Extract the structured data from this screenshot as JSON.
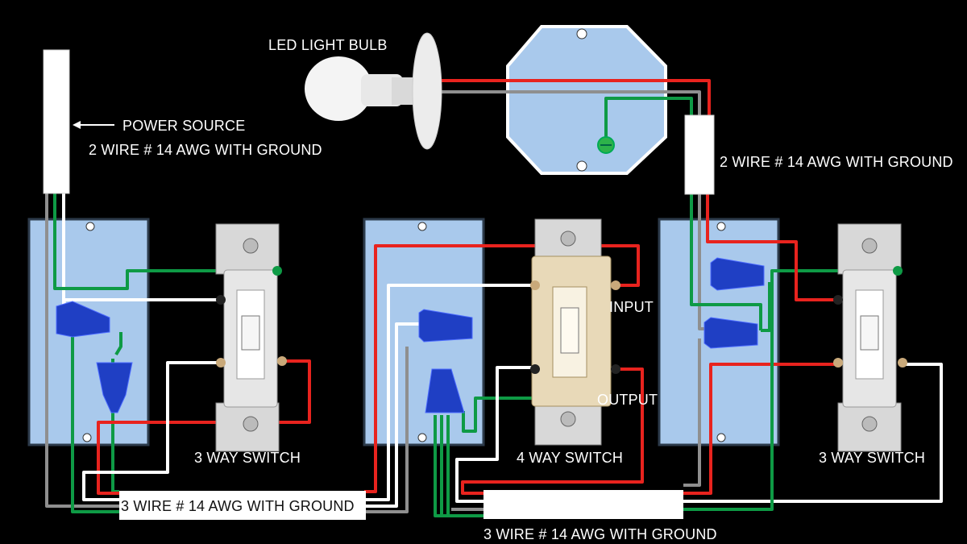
{
  "labels": {
    "led_bulb": "LED LIGHT BULB",
    "power_source": "POWER SOURCE",
    "power_cable": "2 WIRE # 14 AWG WITH GROUND",
    "right_cable": "2 WIRE # 14 AWG WITH GROUND",
    "switch_left": "3 WAY SWITCH",
    "switch_mid": "4 WAY SWITCH",
    "switch_right": "3 WAY SWITCH",
    "input": "INPUT",
    "output": "OUTPUT",
    "bottom_cable_left": "3 WIRE # 14 AWG WITH GROUND",
    "bottom_cable_right": "3 WIRE # 14 AWG WITH GROUND"
  },
  "colors": {
    "background": "#000000",
    "box": "#a9c9ec",
    "hot": "#e8231e",
    "neutral": "#ffffff",
    "ground": "#0e9a45",
    "traveler_gray": "#8f8f8f",
    "wire_nut": "#1f3fc4",
    "switch_body": "#dcdcdc",
    "switch_4way_body": "#e8d9b8"
  }
}
